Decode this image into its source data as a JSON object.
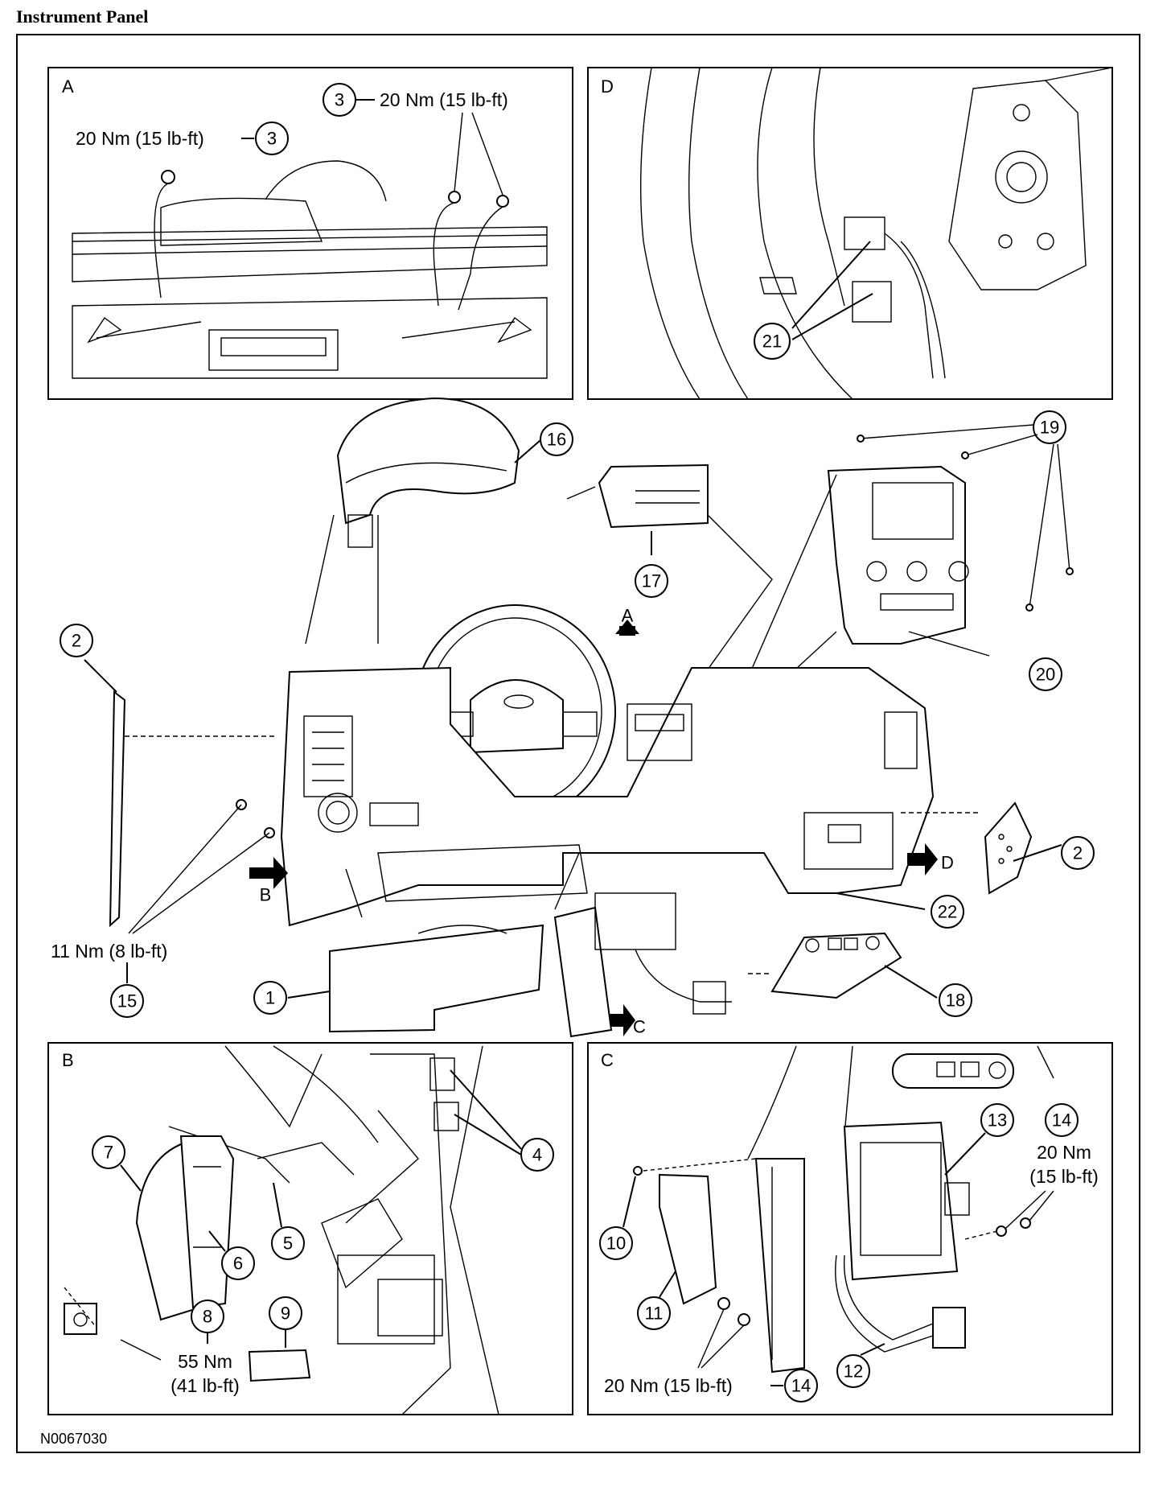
{
  "title": "Instrument Panel",
  "reference_code": "N0067030",
  "panels": {
    "A": {
      "letter": "A",
      "torque_left": "20 Nm (15 lb-ft)",
      "torque_right": "20 Nm (15 lb-ft)",
      "callout_left": "3",
      "callout_right": "3"
    },
    "D": {
      "letter": "D",
      "callout": "21"
    },
    "B": {
      "letter": "B",
      "callouts": [
        "7",
        "6",
        "5",
        "4",
        "8",
        "9"
      ],
      "torque_line1": "55 Nm",
      "torque_line2": "(41 lb-ft)"
    },
    "C": {
      "letter": "C",
      "callouts": [
        "10",
        "11",
        "12",
        "13",
        "14",
        "14"
      ],
      "torque_bottom": "20 Nm (15 lb-ft)",
      "torque_right_line1": "20 Nm",
      "torque_right_line2": "(15 lb-ft)"
    }
  },
  "main": {
    "callouts": [
      "16",
      "17",
      "19",
      "20",
      "2",
      "2",
      "22",
      "18",
      "1",
      "15"
    ],
    "torque_left": "11 Nm (8 lb-ft)",
    "view_arrows": [
      "A",
      "B",
      "C",
      "D"
    ]
  }
}
